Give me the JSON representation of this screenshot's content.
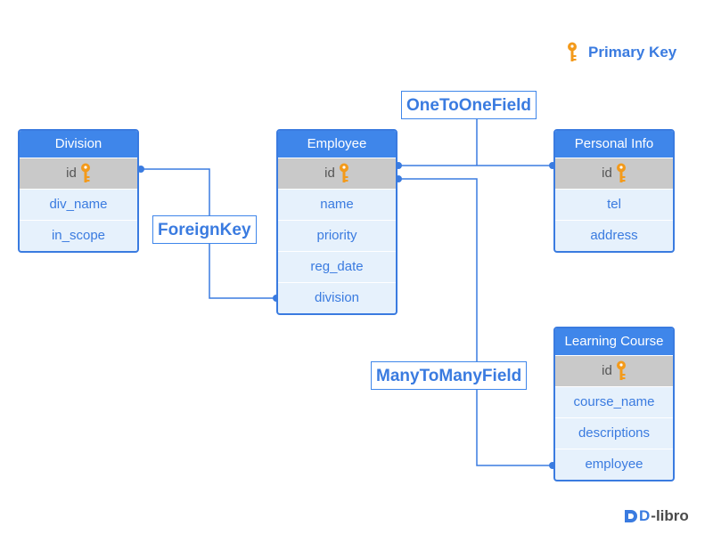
{
  "legend": {
    "label": "Primary Key",
    "icon": "key-icon"
  },
  "tables": {
    "division": {
      "header": "Division",
      "pk": "id",
      "fields": [
        "div_name",
        "in_scope"
      ]
    },
    "employee": {
      "header": "Employee",
      "pk": "id",
      "fields": [
        "name",
        "priority",
        "reg_date",
        "division"
      ]
    },
    "personal_info": {
      "header": "Personal Info",
      "pk": "id",
      "fields": [
        "tel",
        "address"
      ]
    },
    "learning_course": {
      "header": "Learning Course",
      "pk": "id",
      "fields": [
        "course_name",
        "descriptions",
        "employee"
      ]
    }
  },
  "relations": {
    "foreign_key": "ForeignKey",
    "one_to_one": "OneToOneField",
    "many_to_many": "ManyToManyField"
  },
  "brand": {
    "mark": "D",
    "text": "-libro"
  },
  "colors": {
    "accent": "#3f86ea",
    "line": "#3a7be0",
    "key": "#f39a1b",
    "pk_row": "#c9c9c9",
    "row_bg": "#e6f1fc"
  }
}
